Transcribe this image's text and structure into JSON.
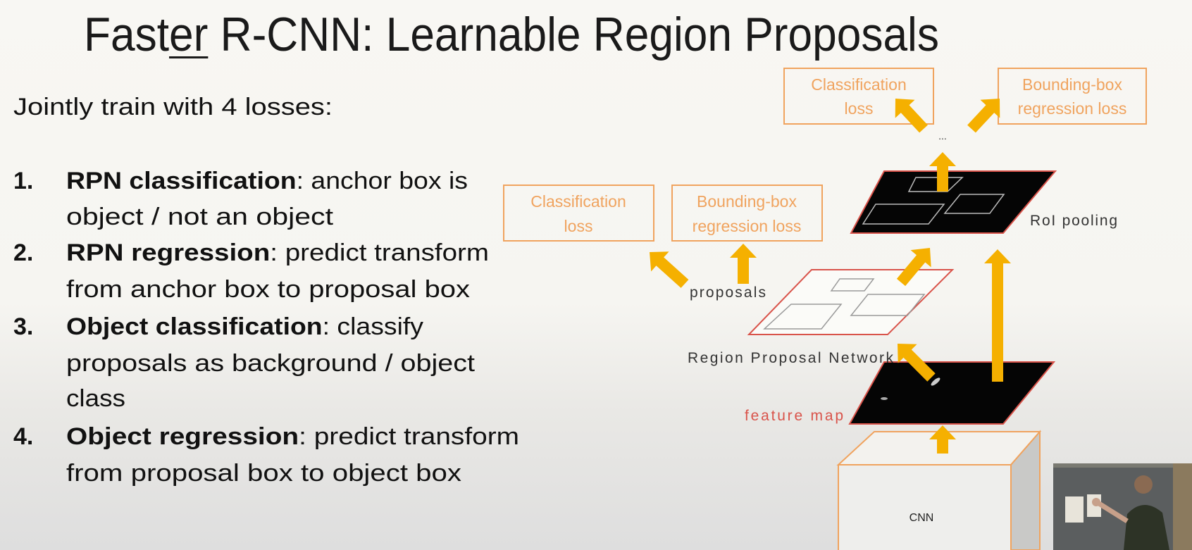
{
  "slide": {
    "title_prefix": "Fast",
    "title_emph": "er",
    "title_suffix": " R-CNN: Learnable Region Proposals",
    "intro": "Jointly train with 4 losses:",
    "items": [
      {
        "num": "1.",
        "term": "RPN classification",
        "rest": ": anchor box is",
        "cont": [
          "object / not an object"
        ]
      },
      {
        "num": "2.",
        "term": "RPN regression",
        "rest": ": predict transform",
        "cont": [
          "from anchor box to proposal box"
        ]
      },
      {
        "num": "3.",
        "term": "Object classification",
        "rest": ": classify",
        "cont": [
          "proposals as background / object",
          "class"
        ]
      },
      {
        "num": "4.",
        "term": "Object regression",
        "rest": ": predict transform",
        "cont": [
          "from proposal box to object box"
        ]
      }
    ]
  },
  "diagram": {
    "top_cls_loss": [
      "Classification",
      "loss"
    ],
    "top_bbox_loss": [
      "Bounding-box",
      "regression loss"
    ],
    "ellipsis": "...",
    "roi_pooling": "RoI pooling",
    "mid_cls_loss": [
      "Classification",
      "loss"
    ],
    "mid_bbox_loss": [
      "Bounding-box",
      "regression loss"
    ],
    "proposals": "proposals",
    "rpn": "Region Proposal Network",
    "feature_map": "feature map",
    "cnn": "CNN",
    "colors": {
      "loss": "#f0a35e",
      "arrow": "#f5b000",
      "red": "#d9534a"
    }
  }
}
